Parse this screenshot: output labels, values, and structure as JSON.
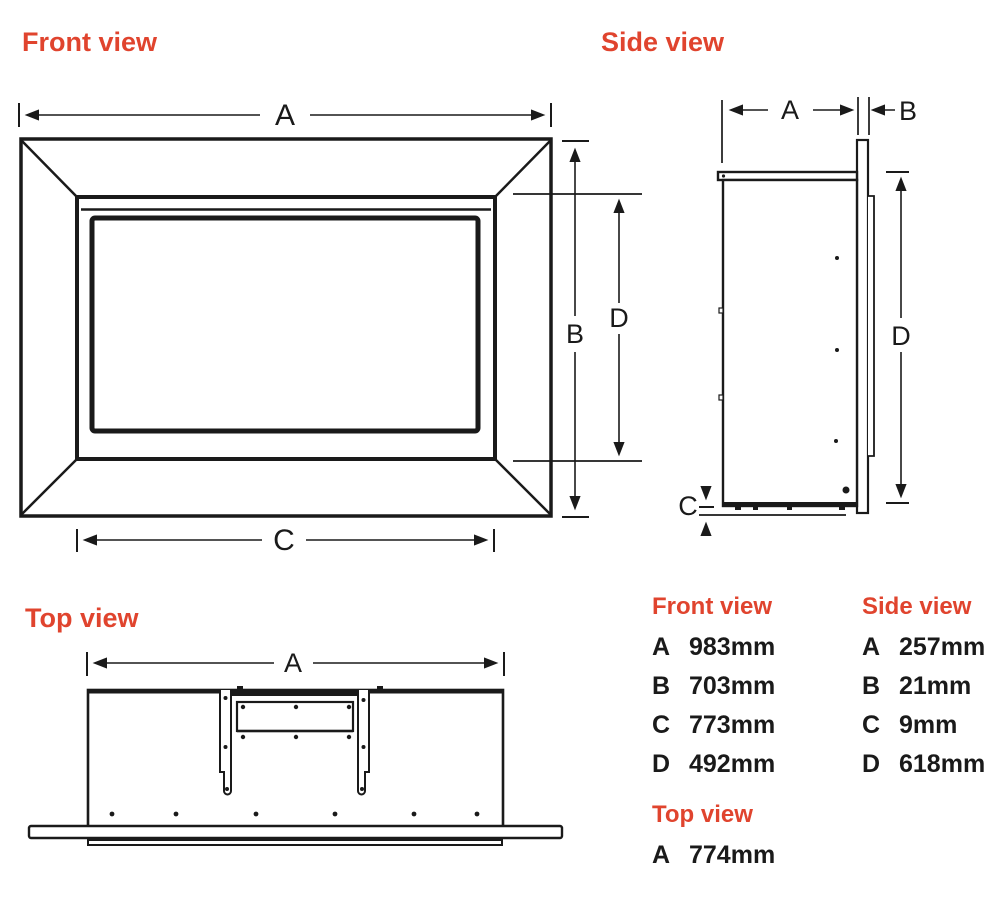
{
  "views": {
    "front": {
      "title": "Front view",
      "dim_labels": [
        "A",
        "B",
        "C",
        "D"
      ]
    },
    "side": {
      "title": "Side view",
      "dim_labels": [
        "A",
        "B",
        "C",
        "D"
      ]
    },
    "top": {
      "title": "Top view",
      "dim_labels": [
        "A"
      ]
    }
  },
  "tables": {
    "front": {
      "title": "Front view",
      "rows": [
        {
          "letter": "A",
          "value": "983mm"
        },
        {
          "letter": "B",
          "value": "703mm"
        },
        {
          "letter": "C",
          "value": "773mm"
        },
        {
          "letter": "D",
          "value": "492mm"
        }
      ]
    },
    "side": {
      "title": "Side view",
      "rows": [
        {
          "letter": "A",
          "value": "257mm"
        },
        {
          "letter": "B",
          "value": "21mm"
        },
        {
          "letter": "C",
          "value": "9mm"
        },
        {
          "letter": "D",
          "value": "618mm"
        }
      ]
    },
    "top": {
      "title": "Top view",
      "rows": [
        {
          "letter": "A",
          "value": "774mm"
        }
      ]
    }
  },
  "colors": {
    "accent": "#e0442e",
    "line": "#1a1a1a"
  }
}
